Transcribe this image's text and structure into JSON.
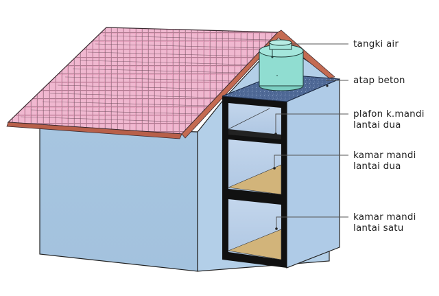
{
  "diagram": {
    "subject": "house with two-storey bathroom tower and water tank",
    "labels": [
      {
        "id": "tangki-air",
        "lines": [
          "tangki  air"
        ]
      },
      {
        "id": "atap-beton",
        "lines": [
          "atap  beton"
        ]
      },
      {
        "id": "plafon-kmandi-lantai-dua",
        "lines": [
          "plafon  k.mandi",
          "lantai  dua"
        ]
      },
      {
        "id": "kamar-mandi-lantai-dua",
        "lines": [
          "kamar  mandi",
          "lantai  dua"
        ]
      },
      {
        "id": "kamar-mandi-lantai-satu",
        "lines": [
          "kamar  mandi",
          "lantai  satu"
        ]
      }
    ],
    "colors": {
      "roof_tile": "#e8a3c0",
      "roof_tile_line": "#6b4a5a",
      "roof_edge": "#b8604a",
      "wall": "#a9c8e3",
      "wall_side": "#b6d2ea",
      "concrete_roof": "#4f6996",
      "tank": "#8fdcd0",
      "frame": "#111111",
      "floor": "#d2b47a",
      "leader_line": "#555555"
    }
  }
}
